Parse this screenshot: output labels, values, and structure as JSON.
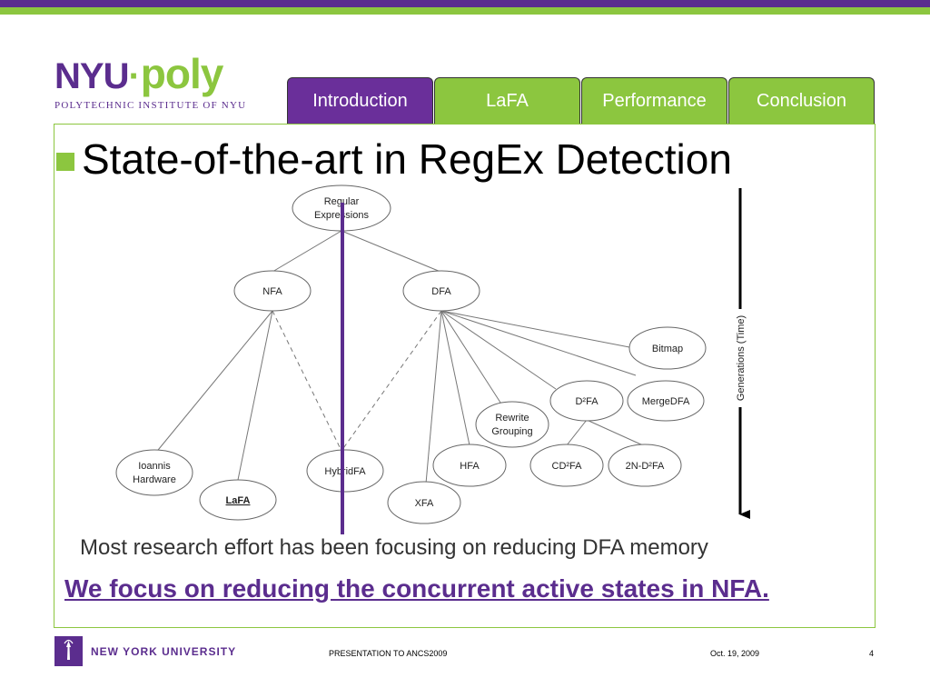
{
  "logo": {
    "nyu": "NYU",
    "dot": "·",
    "poly": "poly",
    "subtitle": "POLYTECHNIC INSTITUTE OF NYU"
  },
  "tabs": [
    {
      "label": "Introduction",
      "active": true
    },
    {
      "label": "LaFA",
      "active": false
    },
    {
      "label": "Performance",
      "active": false
    },
    {
      "label": "Conclusion",
      "active": false
    }
  ],
  "heading": "State-of-the-art in RegEx Detection",
  "diagram": {
    "nodes": {
      "regex_line1": "Regular",
      "regex_line2": "Expressions",
      "nfa": "NFA",
      "dfa": "DFA",
      "bitmap": "Bitmap",
      "d2fa": "D²FA",
      "mergedfa": "MergeDFA",
      "rewrite_line1": "Rewrite",
      "rewrite_line2": "Grouping",
      "ioannis_line1": "Ioannis",
      "ioannis_line2": "Hardware",
      "lafa": "LaFA",
      "hybridfa": "HybridFA",
      "hfa": "HFA",
      "cd2fa": "CD²FA",
      "n2d2fa": "2N-D²FA",
      "xfa": "XFA"
    },
    "axis_label": "Generations (Time)"
  },
  "caption": "Most research effort has been focusing on reducing DFA memory",
  "emphasis": "We focus on reducing the concurrent active states in NFA.",
  "footer": {
    "university": "NEW YORK UNIVERSITY",
    "presentation": "PRESENTATION TO ANCS2009",
    "date": "Oct. 19, 2009",
    "page": "4"
  },
  "colors": {
    "purple": "#5b2d8e",
    "green": "#8cc63f"
  }
}
